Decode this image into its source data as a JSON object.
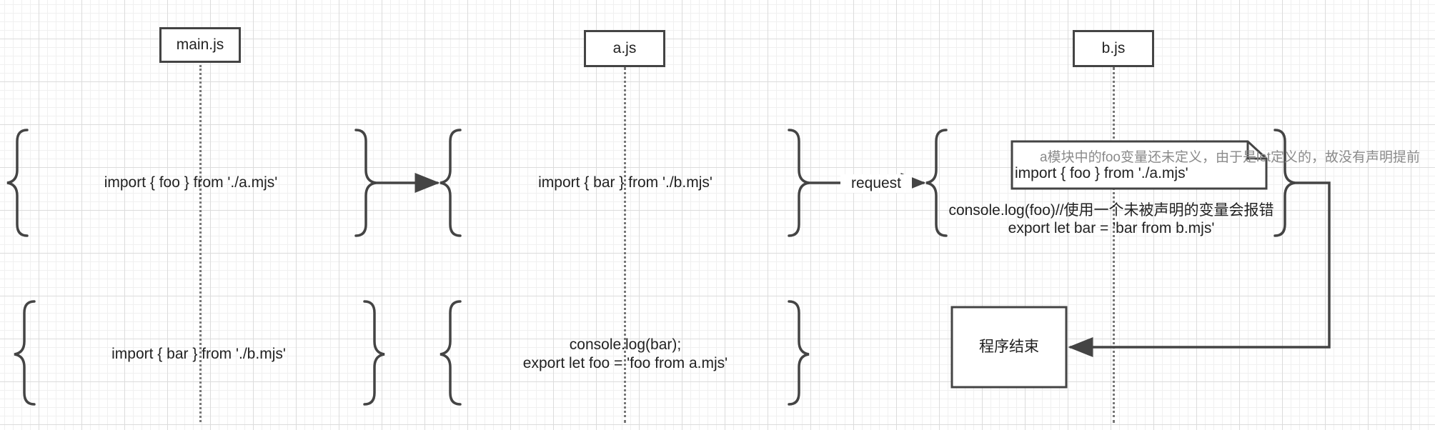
{
  "actors": {
    "main": "main.js",
    "a": "a.js",
    "b": "b.js"
  },
  "main_block1": "import { foo } from './a.mjs'",
  "main_block2": "import { bar } from './b.mjs'",
  "a_block1": "import { bar } from './b.mjs'",
  "a_block2_line1": "console.log(bar);",
  "a_block2_line2": "export let foo = 'foo from a.mjs'",
  "request_label": "request",
  "note": {
    "hint": "a模块中的foo变量还未定义，由于是let定义的，故没有声明提前",
    "code": "import { foo } from './a.mjs'"
  },
  "b_block_line1": "console.log(foo)//使用一个未被声明的变量会报错",
  "b_block_line2": "export let bar = 'bar from b.mjs'",
  "end_box": "程序结束",
  "colors": {
    "stroke": "#444444",
    "lifeline": "#777777",
    "hint_text": "#8a8a8a",
    "grid": "#dcdcdc"
  }
}
